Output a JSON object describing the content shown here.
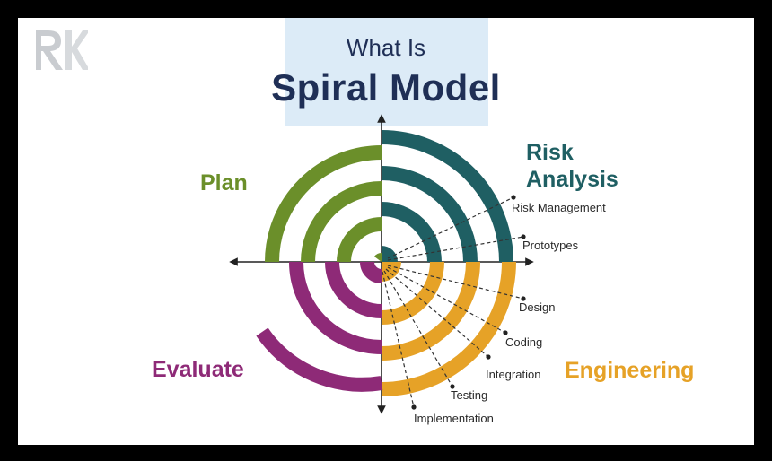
{
  "title": {
    "line1": "What Is",
    "line2": "Spiral Model"
  },
  "logo": {
    "text": "RK",
    "icon": "rk-logo"
  },
  "quadrants": {
    "plan": "Plan",
    "risk_line1": "Risk",
    "risk_line2": "Analysis",
    "evaluate": "Evaluate",
    "engineering": "Engineering"
  },
  "steps": {
    "risk_management": "Risk Management",
    "prototypes": "Prototypes",
    "design": "Design",
    "coding": "Coding",
    "integration": "Integration",
    "testing": "Testing",
    "implementation": "Implementation"
  },
  "colors": {
    "title": "#1f2f56",
    "plan": "#6b8f2a",
    "risk": "#1f5f63",
    "evaluate": "#8e2a77",
    "engineering": "#e6a227",
    "title_band": "#dcebf7"
  }
}
